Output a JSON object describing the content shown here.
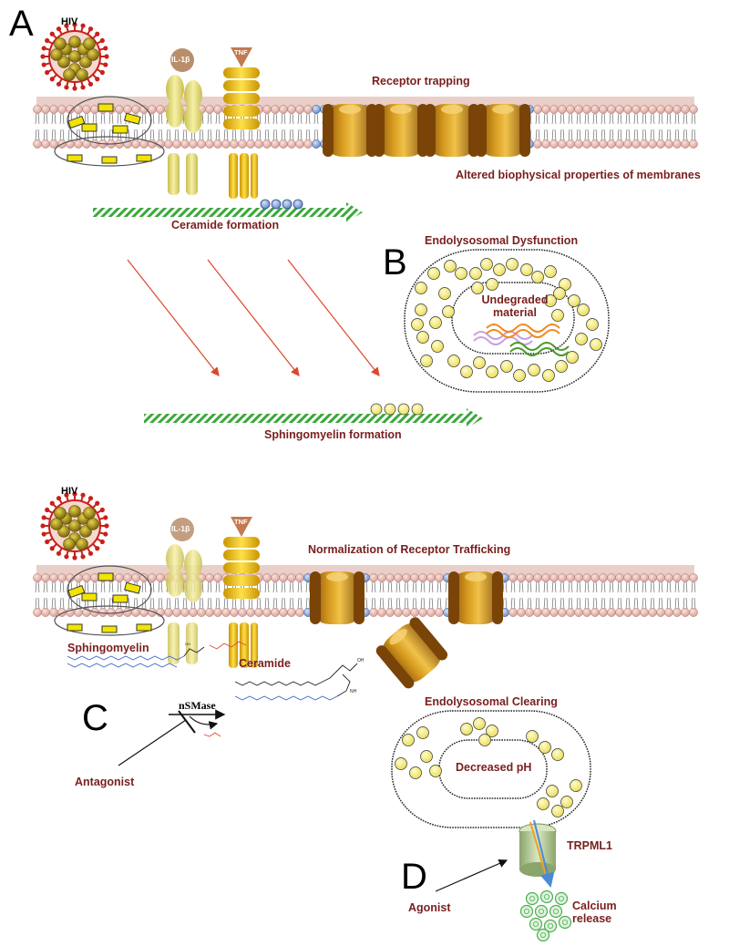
{
  "panels": {
    "a": "A",
    "b": "B",
    "c": "C",
    "d": "D"
  },
  "labels": {
    "hiv_top": "HIV",
    "il1b_top": "IL-1β",
    "tnf_top": "TNF",
    "receptor_trapping": "Receptor trapping",
    "altered_membranes": "Altered biophysical properties of membranes",
    "ceramide_formation": "Ceramide formation",
    "endolysosomal_dysfunction": "Endolysosomal Dysfunction",
    "undegraded_material": "Undegraded\nmaterial",
    "sphingomyelin_formation": "Sphingomyelin formation",
    "hiv_bottom": "HIV",
    "il1b_bottom": "IL-1β",
    "tnf_bottom": "TNF",
    "normalization": "Normalization of Receptor Trafficking",
    "sphingomyelin": "Sphingomyelin",
    "ceramide": "Ceramide",
    "nsmase": "nSMase",
    "antagonist": "Antagonist",
    "endolysosomal_clearing": "Endolysosomal Clearing",
    "decreased_ph": "Decreased pH",
    "trpml1": "TRPML1",
    "agonist": "Agonist",
    "calcium_release": "Calcium\nrelease"
  },
  "colors": {
    "label_text": "#7a1e1e",
    "membrane_head": "#e3b5ad",
    "lipid_raft_head": "#7e9fd6",
    "receptor_brown": "#9a5a10",
    "receptor_gold": "#d89a1a",
    "tnf_yellow": "#f2c200",
    "il1b_pale": "#ece38a",
    "hiv_red": "#c8201a",
    "hiv_core": "#b89c10",
    "green_arrow": "#3aa83a",
    "red_arrow": "#e0452a",
    "vesicle_yellow": "#f6ef78",
    "calcium_green": "#4caf50"
  },
  "icons": [
    "hiv-virion-icon",
    "il1b-receptor-icon",
    "tnf-receptor-icon",
    "receptor-channel-icon",
    "trpml1-channel-icon",
    "calcium-ion-icon"
  ]
}
